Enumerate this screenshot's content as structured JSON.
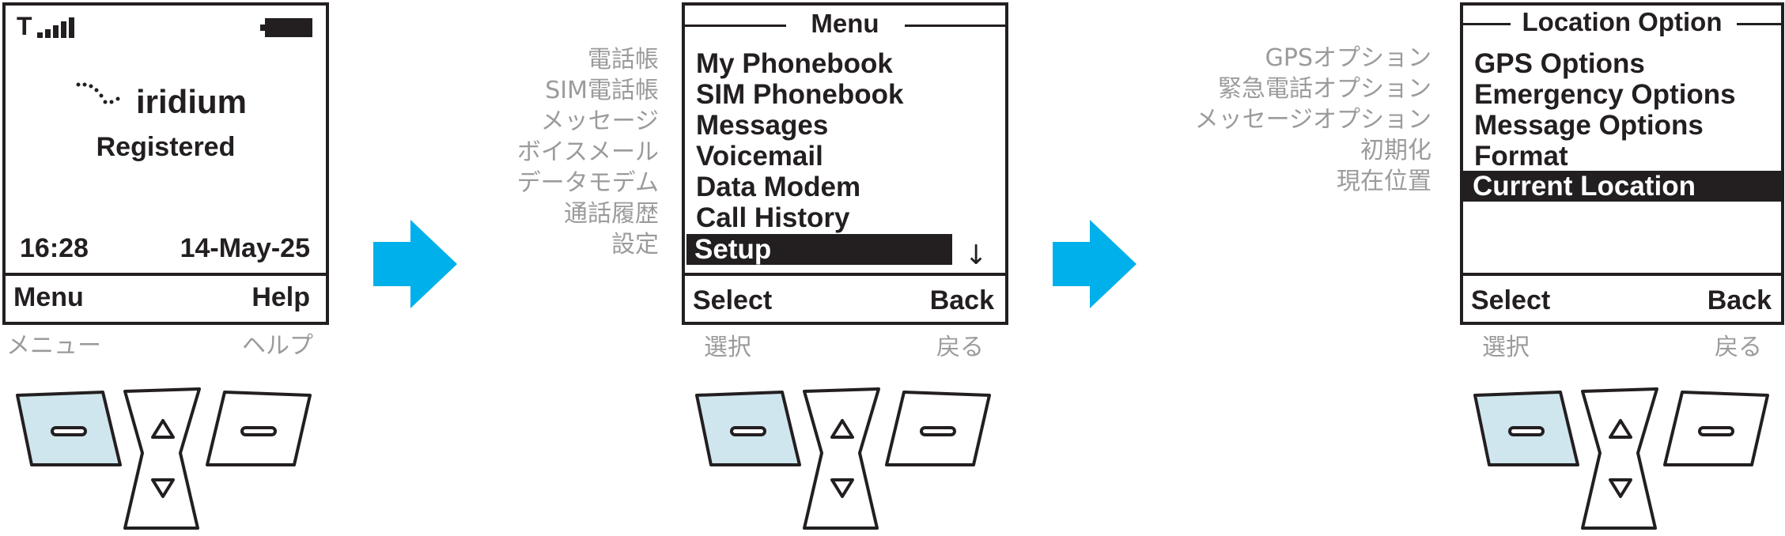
{
  "colors": {
    "ink": "#231f20",
    "arrow": "#00b0ea",
    "key_highlight": "#cfe6ee",
    "jp_gray": "#9b9b9b"
  },
  "screen1": {
    "carrier": "T",
    "logo_text": "iridium",
    "status": "Registered",
    "time": "16:28",
    "date": "14-May-25",
    "soft_left": "Menu",
    "soft_right": "Help",
    "jp_left": "メニュー",
    "jp_right": "ヘルプ"
  },
  "screen2": {
    "title": "Menu",
    "items": [
      {
        "label": "My Phonebook",
        "jp": "電話帳"
      },
      {
        "label": "SIM Phonebook",
        "jp": "SIM電話帳"
      },
      {
        "label": "Messages",
        "jp": "メッセージ"
      },
      {
        "label": "Voicemail",
        "jp": "ボイスメール"
      },
      {
        "label": "Data Modem",
        "jp": "データモデム"
      },
      {
        "label": "Call History",
        "jp": "通話履歴"
      },
      {
        "label": "Setup",
        "jp": "設定",
        "selected": true
      }
    ],
    "scroll_indicator": "↓",
    "soft_left": "Select",
    "soft_right": "Back",
    "jp_left": "選択",
    "jp_right": "戻る"
  },
  "screen3": {
    "title": "Location Option",
    "items": [
      {
        "label": "GPS Options",
        "jp": "GPSオプション"
      },
      {
        "label": "Emergency Options",
        "jp": "緊急電話オプション"
      },
      {
        "label": "Message Options",
        "jp": "メッセージオプション"
      },
      {
        "label": "Format",
        "jp": "初期化"
      },
      {
        "label": "Current Location",
        "jp": "現在位置",
        "selected": true
      }
    ],
    "soft_left": "Select",
    "soft_right": "Back",
    "jp_left": "選択",
    "jp_right": "戻る"
  },
  "keypad": {
    "left_softkey_icon": "minus-icon",
    "right_softkey_icon": "minus-icon",
    "nav_up_icon": "triangle-up-icon",
    "nav_down_icon": "triangle-down-icon",
    "highlighted_key": "left-softkey"
  }
}
